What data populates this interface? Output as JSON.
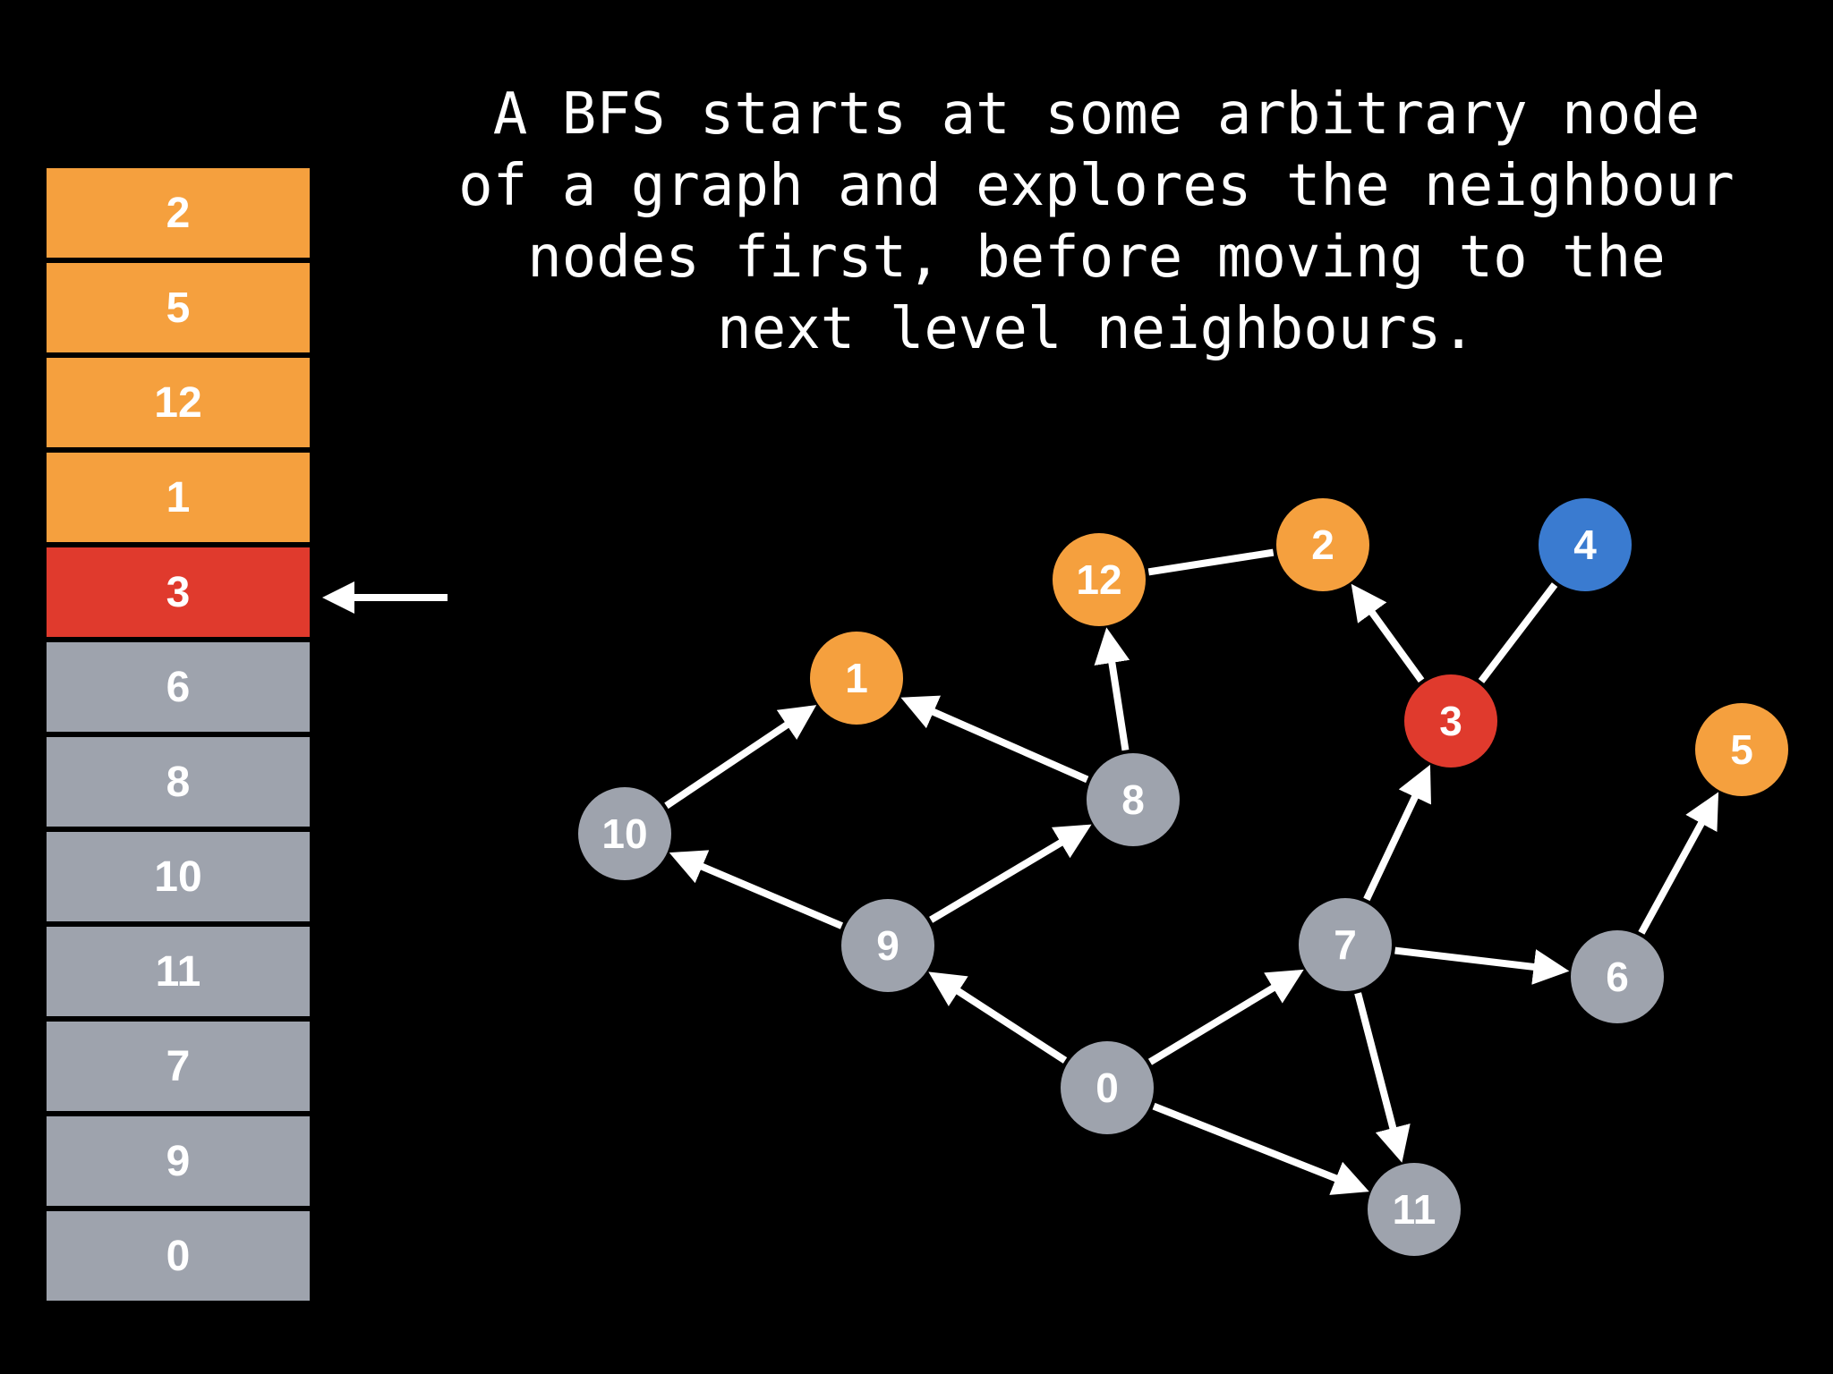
{
  "caption": {
    "lines": [
      "A BFS starts at some arbitrary node",
      "of a graph and explores the neighbour",
      "nodes first, before moving to the",
      "next level neighbours."
    ]
  },
  "colors": {
    "background": "#000000",
    "visited": "#F5A03E",
    "current": "#E03A2D",
    "processed": "#9EA3AD",
    "unvisited": "#3A7BD0",
    "edge": "#FFFFFF",
    "text": "#FFFFFF"
  },
  "queue": {
    "items": [
      {
        "label": "2",
        "state": "visited"
      },
      {
        "label": "5",
        "state": "visited"
      },
      {
        "label": "12",
        "state": "visited"
      },
      {
        "label": "1",
        "state": "visited"
      },
      {
        "label": "3",
        "state": "current"
      },
      {
        "label": "6",
        "state": "processed"
      },
      {
        "label": "8",
        "state": "processed"
      },
      {
        "label": "10",
        "state": "processed"
      },
      {
        "label": "11",
        "state": "processed"
      },
      {
        "label": "7",
        "state": "processed"
      },
      {
        "label": "9",
        "state": "processed"
      },
      {
        "label": "0",
        "state": "processed"
      }
    ],
    "pointer_icon": "left-arrow-icon"
  },
  "graph": {
    "nodes": [
      {
        "id": "0",
        "state": "processed"
      },
      {
        "id": "1",
        "state": "visited"
      },
      {
        "id": "2",
        "state": "visited"
      },
      {
        "id": "3",
        "state": "current"
      },
      {
        "id": "4",
        "state": "unvisited"
      },
      {
        "id": "5",
        "state": "visited"
      },
      {
        "id": "6",
        "state": "processed"
      },
      {
        "id": "7",
        "state": "processed"
      },
      {
        "id": "8",
        "state": "processed"
      },
      {
        "id": "9",
        "state": "processed"
      },
      {
        "id": "10",
        "state": "processed"
      },
      {
        "id": "11",
        "state": "processed"
      },
      {
        "id": "12",
        "state": "visited"
      }
    ],
    "edges": [
      {
        "from": "0",
        "to": "9",
        "directed": true
      },
      {
        "from": "0",
        "to": "7",
        "directed": true
      },
      {
        "from": "0",
        "to": "11",
        "directed": true
      },
      {
        "from": "9",
        "to": "10",
        "directed": true
      },
      {
        "from": "9",
        "to": "8",
        "directed": true
      },
      {
        "from": "10",
        "to": "1",
        "directed": true
      },
      {
        "from": "8",
        "to": "1",
        "directed": true
      },
      {
        "from": "8",
        "to": "12",
        "directed": true
      },
      {
        "from": "7",
        "to": "3",
        "directed": true
      },
      {
        "from": "7",
        "to": "6",
        "directed": true
      },
      {
        "from": "7",
        "to": "11",
        "directed": true
      },
      {
        "from": "6",
        "to": "5",
        "directed": true
      },
      {
        "from": "3",
        "to": "2",
        "directed": true
      },
      {
        "from": "3",
        "to": "4",
        "directed": false
      },
      {
        "from": "12",
        "to": "2",
        "directed": false
      }
    ]
  }
}
